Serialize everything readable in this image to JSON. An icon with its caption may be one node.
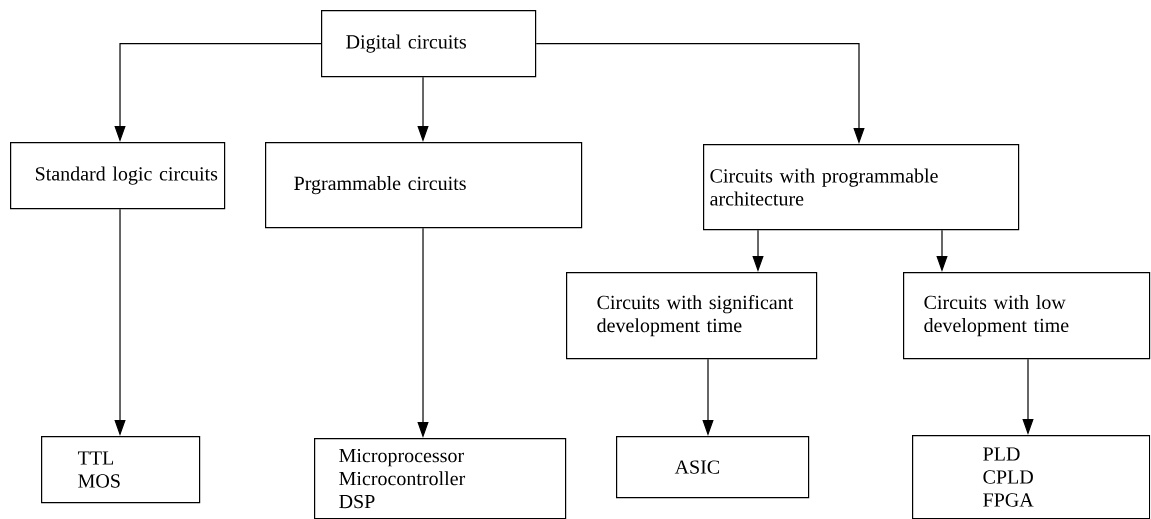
{
  "diagram": {
    "nodes": [
      {
        "text": [
          "Digital circuits"
        ]
      },
      {
        "text": [
          "Standard logic circuits"
        ]
      },
      {
        "text": [
          "Prgrammable circuits"
        ]
      },
      {
        "text": [
          "Circuits with programmable architecture"
        ]
      },
      {
        "text": [
          "Circuits with significant development time"
        ]
      },
      {
        "text": [
          "Circuits with low development time"
        ]
      },
      {
        "text": [
          "TTL",
          "MOS"
        ]
      },
      {
        "text": [
          "Microprocessor",
          "Microcontroller",
          "DSP"
        ]
      },
      {
        "text": [
          "ASIC"
        ]
      },
      {
        "text": [
          "PLD",
          "CPLD",
          "FPGA"
        ]
      }
    ],
    "edges": [
      {
        "from": 0,
        "to": 1,
        "arrow": "to"
      },
      {
        "from": 0,
        "to": 2,
        "arrow": "to"
      },
      {
        "from": 0,
        "to": 3,
        "arrow": "to"
      },
      {
        "from": 1,
        "to": 6,
        "arrow": "to"
      },
      {
        "from": 2,
        "to": 7,
        "arrow": "to"
      },
      {
        "from": 3,
        "to": 4,
        "arrow": "to"
      },
      {
        "from": 3,
        "to": 5,
        "arrow": "to"
      },
      {
        "from": 4,
        "to": 8,
        "arrow": "to"
      },
      {
        "from": 5,
        "to": 9,
        "arrow": "to"
      }
    ]
  }
}
